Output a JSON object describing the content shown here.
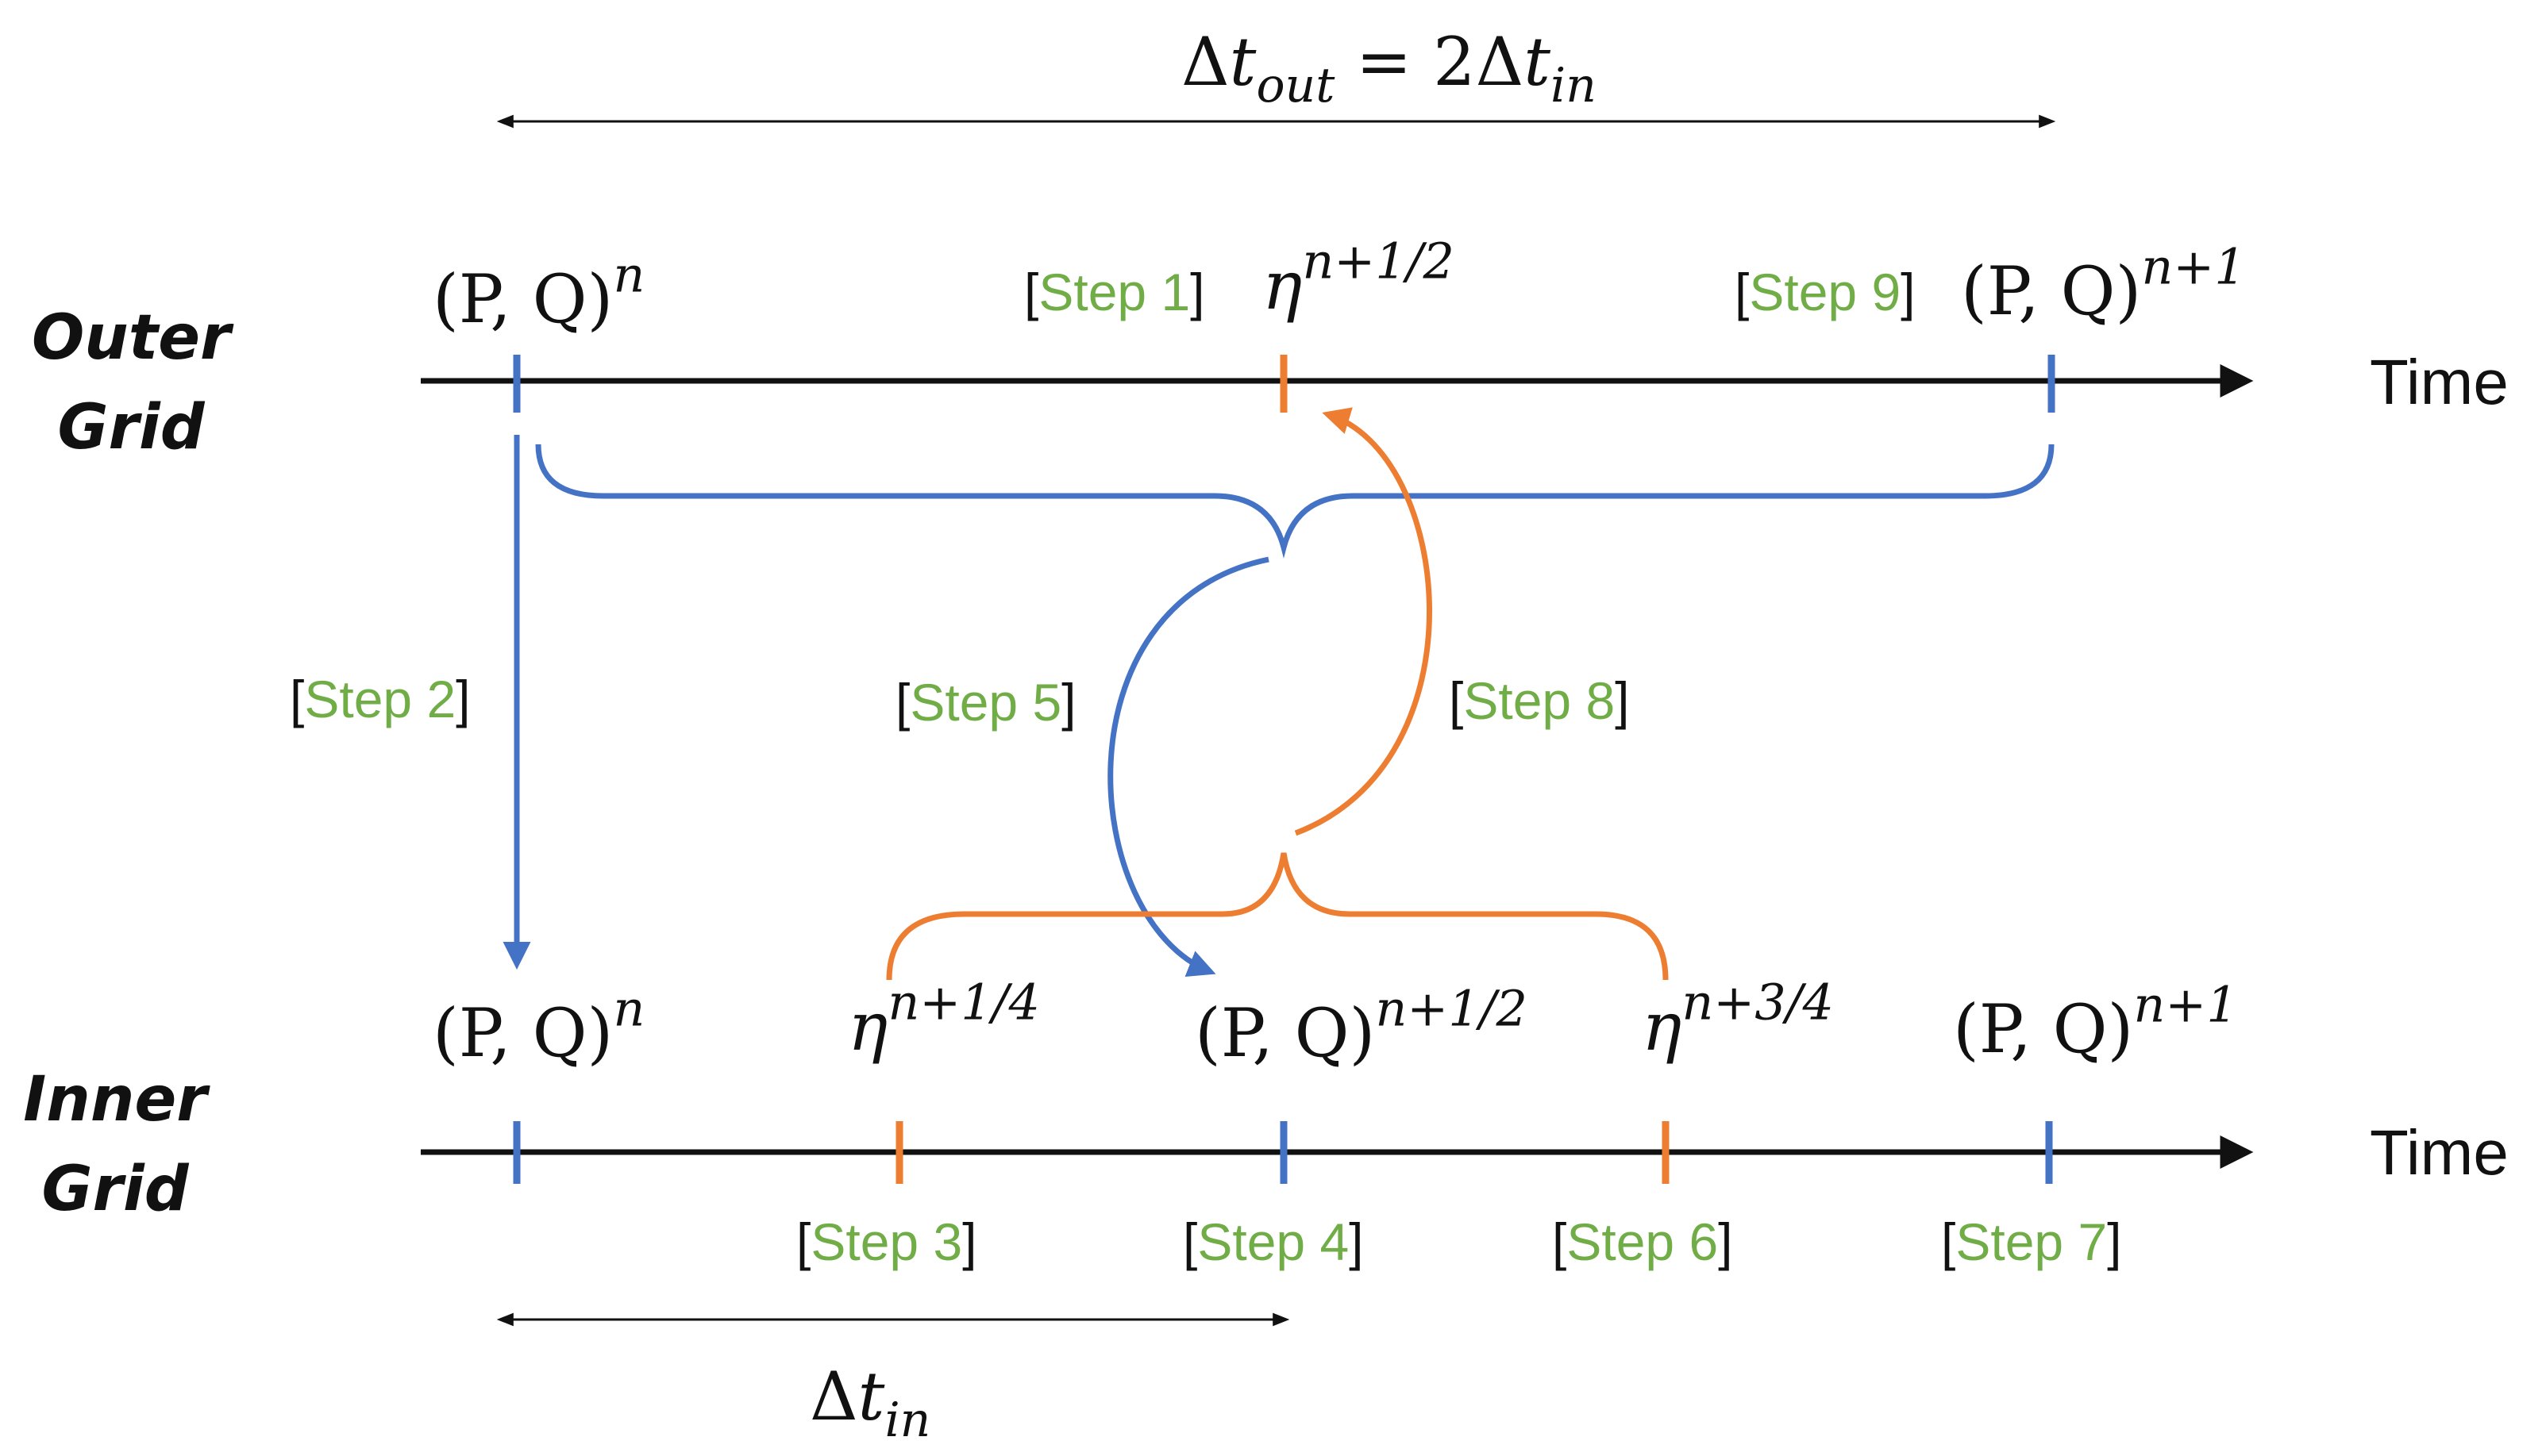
{
  "colors": {
    "axis": "#111111",
    "outer_flow": "#4472c4",
    "inner_flow": "#ed7d31",
    "step_text": "#70ad47"
  },
  "interval_labels": {
    "outer": {
      "delta": "Δ",
      "t": "t",
      "sub": "out",
      "equals": " = 2",
      "delta2": "Δ",
      "t2": "t",
      "sub2": "in"
    },
    "inner": {
      "delta": "Δ",
      "t": "t",
      "sub": "in"
    }
  },
  "grid_labels": {
    "outer": [
      "Outer",
      "Grid"
    ],
    "inner": [
      "Inner",
      "Grid"
    ]
  },
  "time_axis_label": "Time",
  "outer_points": [
    {
      "id": "pq-n",
      "base": "(P, Q)",
      "sup": "n",
      "kind": "flux"
    },
    {
      "id": "eta-half",
      "base": "η",
      "sup": "n+1/2",
      "kind": "elevation",
      "step": "Step 1"
    },
    {
      "id": "pq-n1",
      "base": "(P, Q)",
      "sup": "n+1",
      "kind": "flux",
      "step": "Step 9"
    }
  ],
  "inner_points": [
    {
      "id": "pq-n",
      "base": "(P, Q)",
      "sup": "n",
      "kind": "flux"
    },
    {
      "id": "eta-quarter",
      "base": "η",
      "sup": "n+1/4",
      "kind": "elevation",
      "step": "Step 3"
    },
    {
      "id": "pq-half",
      "base": "(P, Q)",
      "sup": "n+1/2",
      "kind": "flux",
      "step": "Step 4"
    },
    {
      "id": "eta-3quarter",
      "base": "η",
      "sup": "n+3/4",
      "kind": "elevation",
      "step": "Step 6"
    },
    {
      "id": "pq-n1",
      "base": "(P, Q)",
      "sup": "n+1",
      "kind": "flux",
      "step": "Step 7"
    }
  ],
  "transfer_steps": {
    "down_flux": "Step 2",
    "outer_to_inner": "Step 5",
    "inner_to_outer": "Step 8"
  },
  "bracket": {
    "open": "[",
    "close": "]"
  }
}
